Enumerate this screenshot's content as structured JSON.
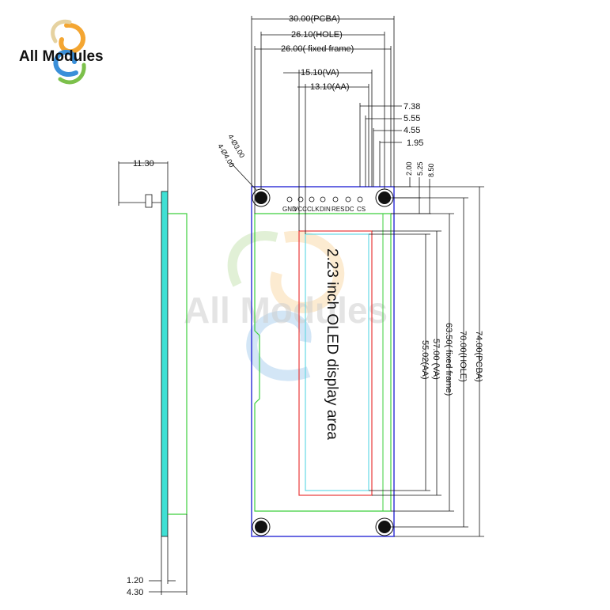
{
  "brand": {
    "logo_text": "All Modules",
    "watermark_text": "All Modules",
    "logo_colors": [
      "#f4a632",
      "#3a8fd9",
      "#7cc04b",
      "#e6d2a0"
    ]
  },
  "side_view": {
    "dims": {
      "length": "11.30",
      "board_thickness": "1.20",
      "total_thickness": "4.30"
    },
    "colors": {
      "board": "#3fe0d4",
      "frame": "#3ccf3c"
    }
  },
  "front_view": {
    "width_dims": {
      "pcba": "30.00(PCBA)",
      "hole": "26.10(HOLE)",
      "fixed_frame": "26.00( fixed frame)",
      "va": "15.10(VA)",
      "aa": "13.10(AA)"
    },
    "offset_dims": [
      "7.38",
      "5.55",
      "4.55",
      "1.95"
    ],
    "hole_dims": [
      "4-Ø3.00",
      "4-Ø4.00"
    ],
    "top_offsets": [
      "2.00",
      "5.25",
      "8.50"
    ],
    "height_dims": {
      "pcba": "74.00(PCBA)",
      "hole": "70.00(HOLE)",
      "fixed_frame": "63.50( fixed frame)",
      "va": "57.00 (VA)",
      "aa": "55.02(AA)"
    },
    "pins": [
      "GND",
      "VCC",
      "CLK",
      "DIN",
      "RES",
      "DC",
      "CS"
    ],
    "display_label": "2.23 inch OLED display area",
    "colors": {
      "pcba": "#2b2bd6",
      "frame": "#3ccf3c",
      "va": "#e83a3a",
      "aa": "#66d8e6"
    }
  }
}
